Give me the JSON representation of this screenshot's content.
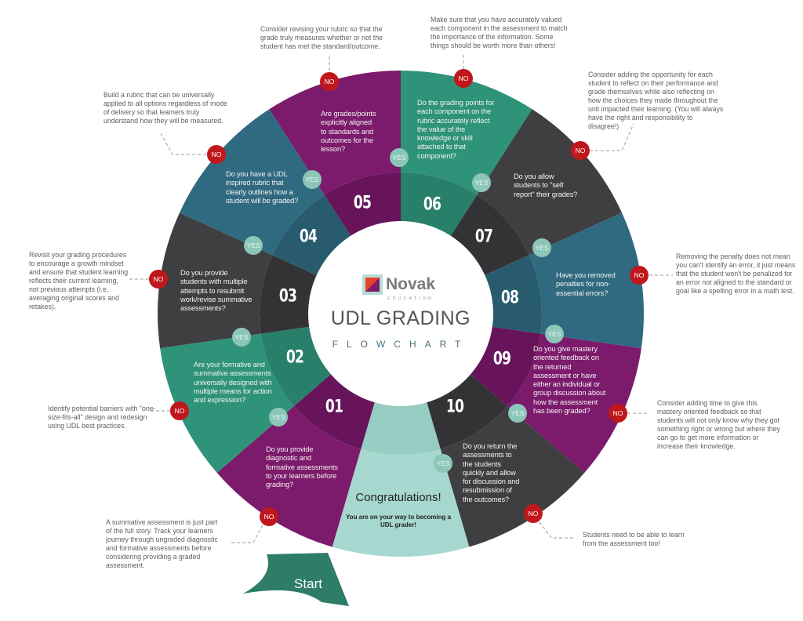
{
  "title": "UDL GRADING",
  "subtitle": "FLOWCHART",
  "logo": {
    "name": "Novak",
    "tagline": "EDUCATION"
  },
  "badges": {
    "yes": "YES",
    "no": "NO"
  },
  "start_label": "Start",
  "congrats": {
    "title": "Congratulations!",
    "subtitle": "You are on your way to becoming a UDL grader!",
    "color": "#a6d8cf",
    "inner_color": "#96cdc2"
  },
  "steps": [
    {
      "number": "01",
      "question": "Do you provide diagnostic and formative assessments to your learners before grading?",
      "tip": "A summative assessment is just part of the full story. Track your learners journey through ungraded diagnostic and formative assessments before considering providing a graded assessment.",
      "color": "#7c1a6c",
      "inner_color": "#67145a"
    },
    {
      "number": "02",
      "question": "Are your formative and summative assessments universally designed with multiple means for action and expression?",
      "tip": "Identify potential barriers with \"one-size-fits-all\" design and redesign using UDL best practices.",
      "color": "#2f937a",
      "inner_color": "#287f6a"
    },
    {
      "number": "03",
      "question": "Do you provide students with multiple attempts to resubmit work/revise summative assessments?",
      "tip": "Revisit your grading procedures to encourage a growth mindset and ensure that student learning reflects their current learning, not previous attempts (i.e, averaging original scores and retakes).",
      "color": "#3f3f41",
      "inner_color": "#333335"
    },
    {
      "number": "04",
      "question": "Do you have a UDL inspired rubric that clearly outlines how a student will be graded?",
      "tip": "Build a rubric that can be universally applied to all options regardless of mode of delivery so that learners truly understand how they will be measured.",
      "color": "#306a80",
      "inner_color": "#285b6e"
    },
    {
      "number": "05",
      "question": "Are grades/points explicitly aligned to standards and outcomes for the lesson?",
      "tip": "Consider revising your rubric so that the grade truly measures whether or not the student has met the standard/outcome.",
      "color": "#7c1a6c",
      "inner_color": "#67145a"
    },
    {
      "number": "06",
      "question": "Do the grading points for each component on the rubric accurately reflect the value of the knowledge or skill attached to that component?",
      "tip": "Make sure that you have accurately valued each component in the assessment to match the importance of the information. Some things should be worth more than others!",
      "color": "#2f937a",
      "inner_color": "#287f6a"
    },
    {
      "number": "07",
      "question": "Do you allow students to \"self report\" their grades?",
      "tip": "Consider adding the opportunity for each student to reflect on their performance and grade themselves while also reflecting on how the choices they made throughout the unit impacted their learning. (You will always have the right and responsibility to disagree!)",
      "color": "#3f3f41",
      "inner_color": "#333335"
    },
    {
      "number": "08",
      "question": "Have you removed penalties for non-essential errors?",
      "tip": "Removing the penalty does not mean you can't identify an error, it just means that the student won't be penalized for an error not aligned to the standard or goal like a spelling error in a math test.",
      "color": "#306a80",
      "inner_color": "#285b6e"
    },
    {
      "number": "09",
      "question": "Do you give mastery oriented feedback on the returned assessment or have either an individual or group discussion about how the assessment has been graded?",
      "tip": "Consider adding time to give this mastery oriented feedback so that students will not only know why they got something right or wrong  but where they can go to get more information or increase their knowledge.",
      "color": "#7c1a6c",
      "inner_color": "#67145a"
    },
    {
      "number": "10",
      "question": "Do you return the assessments to the students quickly and allow for discussion and resubmission of the outcomes?",
      "tip": "Students need to be able to learn from the assessment too!",
      "color": "#3f3f41",
      "inner_color": "#333335"
    }
  ],
  "start_color": "#2e7d68"
}
